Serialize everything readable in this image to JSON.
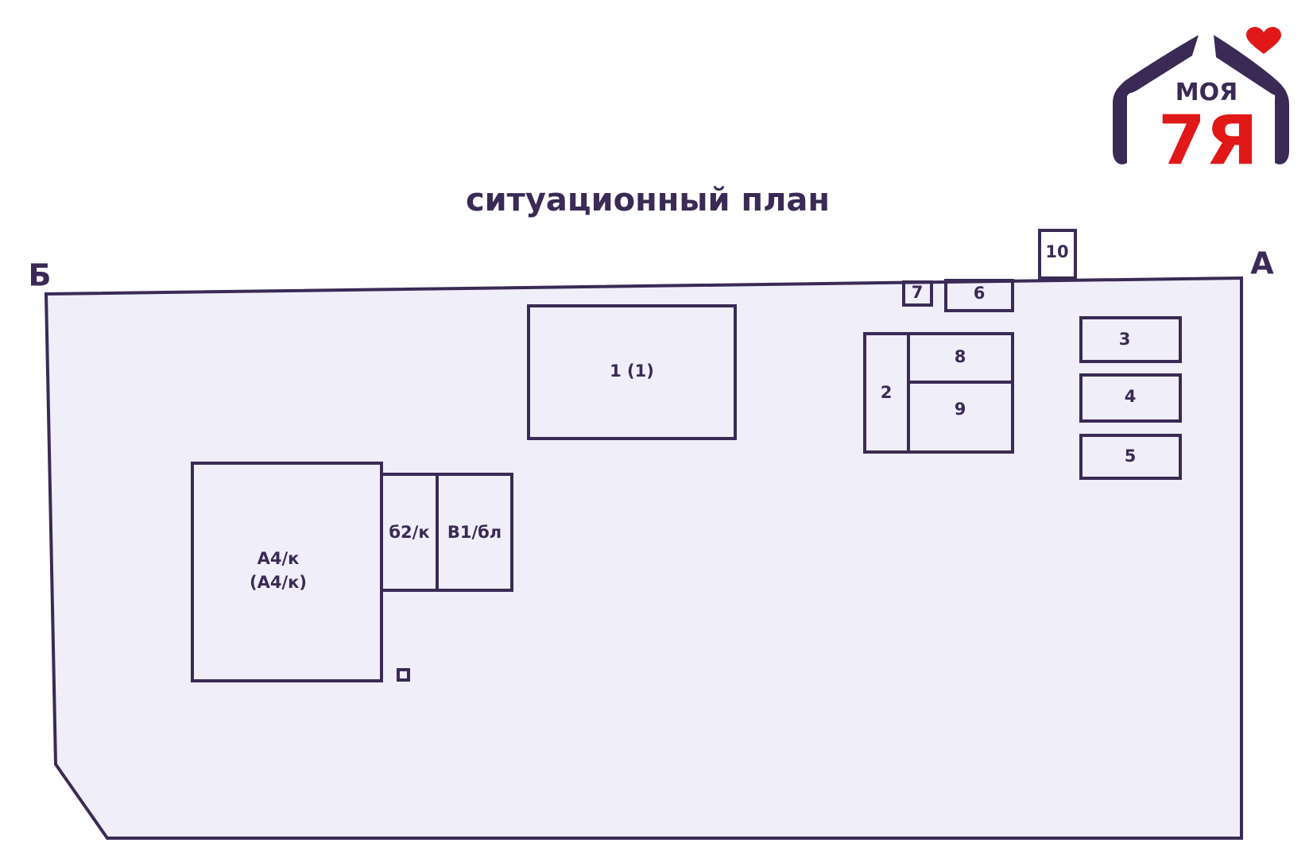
{
  "title": "ситуационный план",
  "corners": {
    "b": "Б",
    "a": "А"
  },
  "logo": {
    "top_text": "МОЯ",
    "main_text": "7Я"
  },
  "buildings": {
    "b1": "1 (1)",
    "b2": "2",
    "b3": "3",
    "b4": "4",
    "b5": "5",
    "b6": "6",
    "b7": "7",
    "b8": "8",
    "b9": "9",
    "b10": "10",
    "a4k_line1": "А4/к",
    "a4k_line2": "(А4/к)",
    "b62k": "б2/к",
    "v16l": "В1/бл"
  },
  "colors": {
    "line": "#3a2a55",
    "lot_fill": "#f0eef9",
    "accent": "#e01818"
  }
}
